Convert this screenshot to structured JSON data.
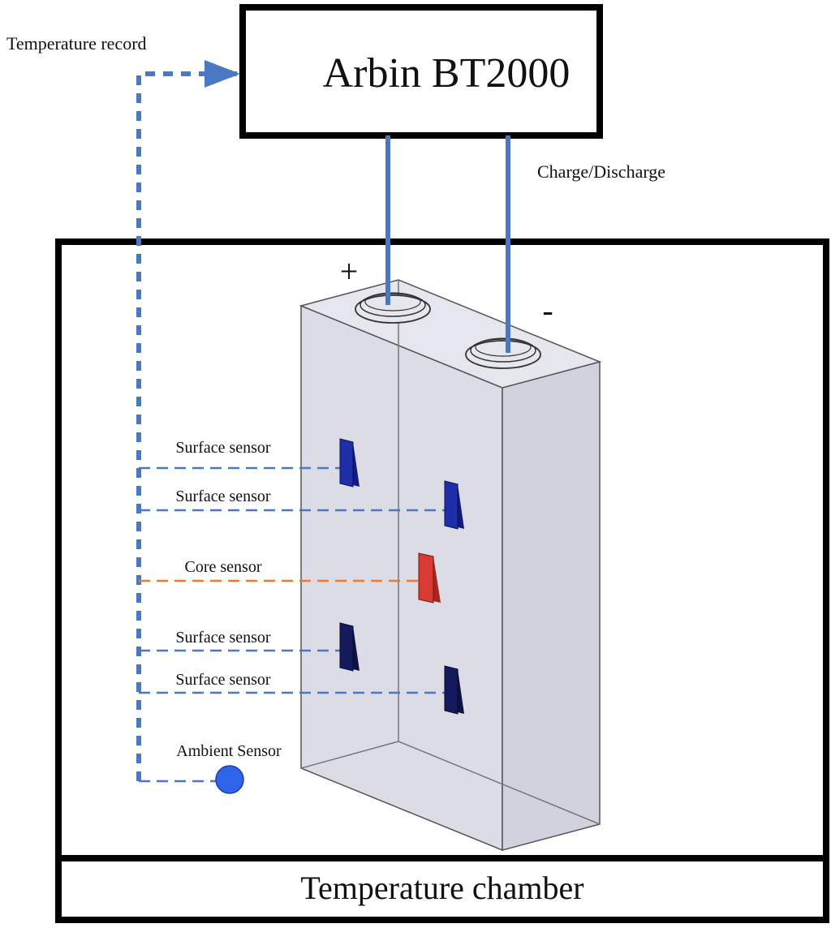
{
  "instrument": {
    "label": "Arbin BT2000"
  },
  "links": {
    "temperature_record": "Temperature record",
    "charge_discharge": "Charge/Discharge"
  },
  "terminals": {
    "positive": "+",
    "negative": "-"
  },
  "sensors": {
    "surface_1": "Surface sensor",
    "surface_2": "Surface sensor",
    "core": "Core sensor",
    "surface_3": "Surface sensor",
    "surface_4": "Surface sensor",
    "ambient": "Ambient Sensor"
  },
  "chamber": {
    "label": "Temperature chamber"
  },
  "colors": {
    "wire": "#4a78c2",
    "surface_sensor": "#1d2ea8",
    "surface_sensor_dark": "#141a5c",
    "core_sensor": "#d83a34",
    "core_line": "#f07a2a",
    "ambient_sensor": "#2f63ea",
    "cell_fill": "#dcdce6",
    "outline": "#000000"
  }
}
